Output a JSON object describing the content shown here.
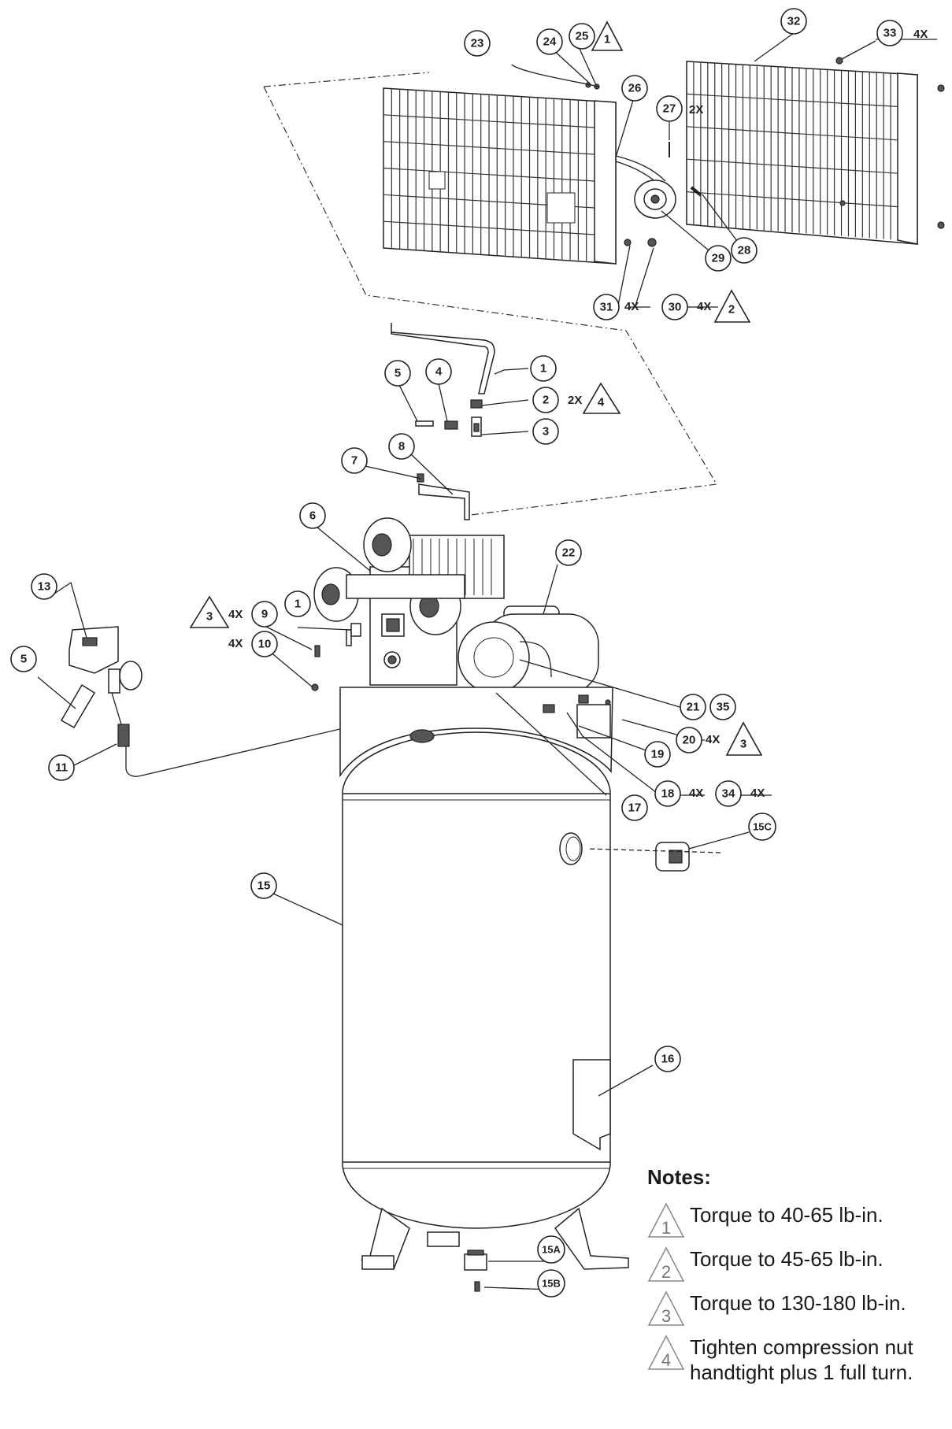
{
  "diagram": {
    "callouts": [
      {
        "id": "c1a",
        "label": "1"
      },
      {
        "id": "c1b",
        "label": "1"
      },
      {
        "id": "c2",
        "label": "2"
      },
      {
        "id": "c3",
        "label": "3"
      },
      {
        "id": "c4",
        "label": "4"
      },
      {
        "id": "c5a",
        "label": "5"
      },
      {
        "id": "c5b",
        "label": "5"
      },
      {
        "id": "c6",
        "label": "6"
      },
      {
        "id": "c7",
        "label": "7"
      },
      {
        "id": "c8",
        "label": "8"
      },
      {
        "id": "c9",
        "label": "9"
      },
      {
        "id": "c10",
        "label": "10"
      },
      {
        "id": "c11",
        "label": "11"
      },
      {
        "id": "c13",
        "label": "13"
      },
      {
        "id": "c15",
        "label": "15"
      },
      {
        "id": "c15a",
        "label": "15A"
      },
      {
        "id": "c15b",
        "label": "15B"
      },
      {
        "id": "c15c",
        "label": "15C"
      },
      {
        "id": "c16",
        "label": "16"
      },
      {
        "id": "c17",
        "label": "17"
      },
      {
        "id": "c18",
        "label": "18"
      },
      {
        "id": "c19",
        "label": "19"
      },
      {
        "id": "c20",
        "label": "20"
      },
      {
        "id": "c21",
        "label": "21"
      },
      {
        "id": "c22",
        "label": "22"
      },
      {
        "id": "c23",
        "label": "23"
      },
      {
        "id": "c24",
        "label": "24"
      },
      {
        "id": "c25",
        "label": "25"
      },
      {
        "id": "c26",
        "label": "26"
      },
      {
        "id": "c27",
        "label": "27"
      },
      {
        "id": "c28",
        "label": "28"
      },
      {
        "id": "c29",
        "label": "29"
      },
      {
        "id": "c30",
        "label": "30"
      },
      {
        "id": "c31",
        "label": "31"
      },
      {
        "id": "c32",
        "label": "32"
      },
      {
        "id": "c33",
        "label": "33"
      },
      {
        "id": "c34",
        "label": "34"
      },
      {
        "id": "c35",
        "label": "35"
      }
    ],
    "quantities": {
      "q2": "2X",
      "q9": "4X",
      "q10": "4X",
      "q18": "4X",
      "q20": "4X",
      "q27": "2X",
      "q30": "4X",
      "q31": "4X",
      "q33": "4X",
      "q34": "4X"
    },
    "torque_markers": {
      "t25": "1",
      "t2": "4",
      "t9": "3",
      "t20": "3",
      "t30": "2"
    }
  },
  "notes": {
    "title": "Notes:",
    "items": [
      {
        "marker": "1",
        "text": "Torque to 40-65 lb-in."
      },
      {
        "marker": "2",
        "text": "Torque to 45-65 lb-in."
      },
      {
        "marker": "3",
        "text": "Torque to 130-180 lb-in."
      },
      {
        "marker": "4",
        "text": "Tighten compression nut handtight plus 1 full turn."
      }
    ]
  }
}
